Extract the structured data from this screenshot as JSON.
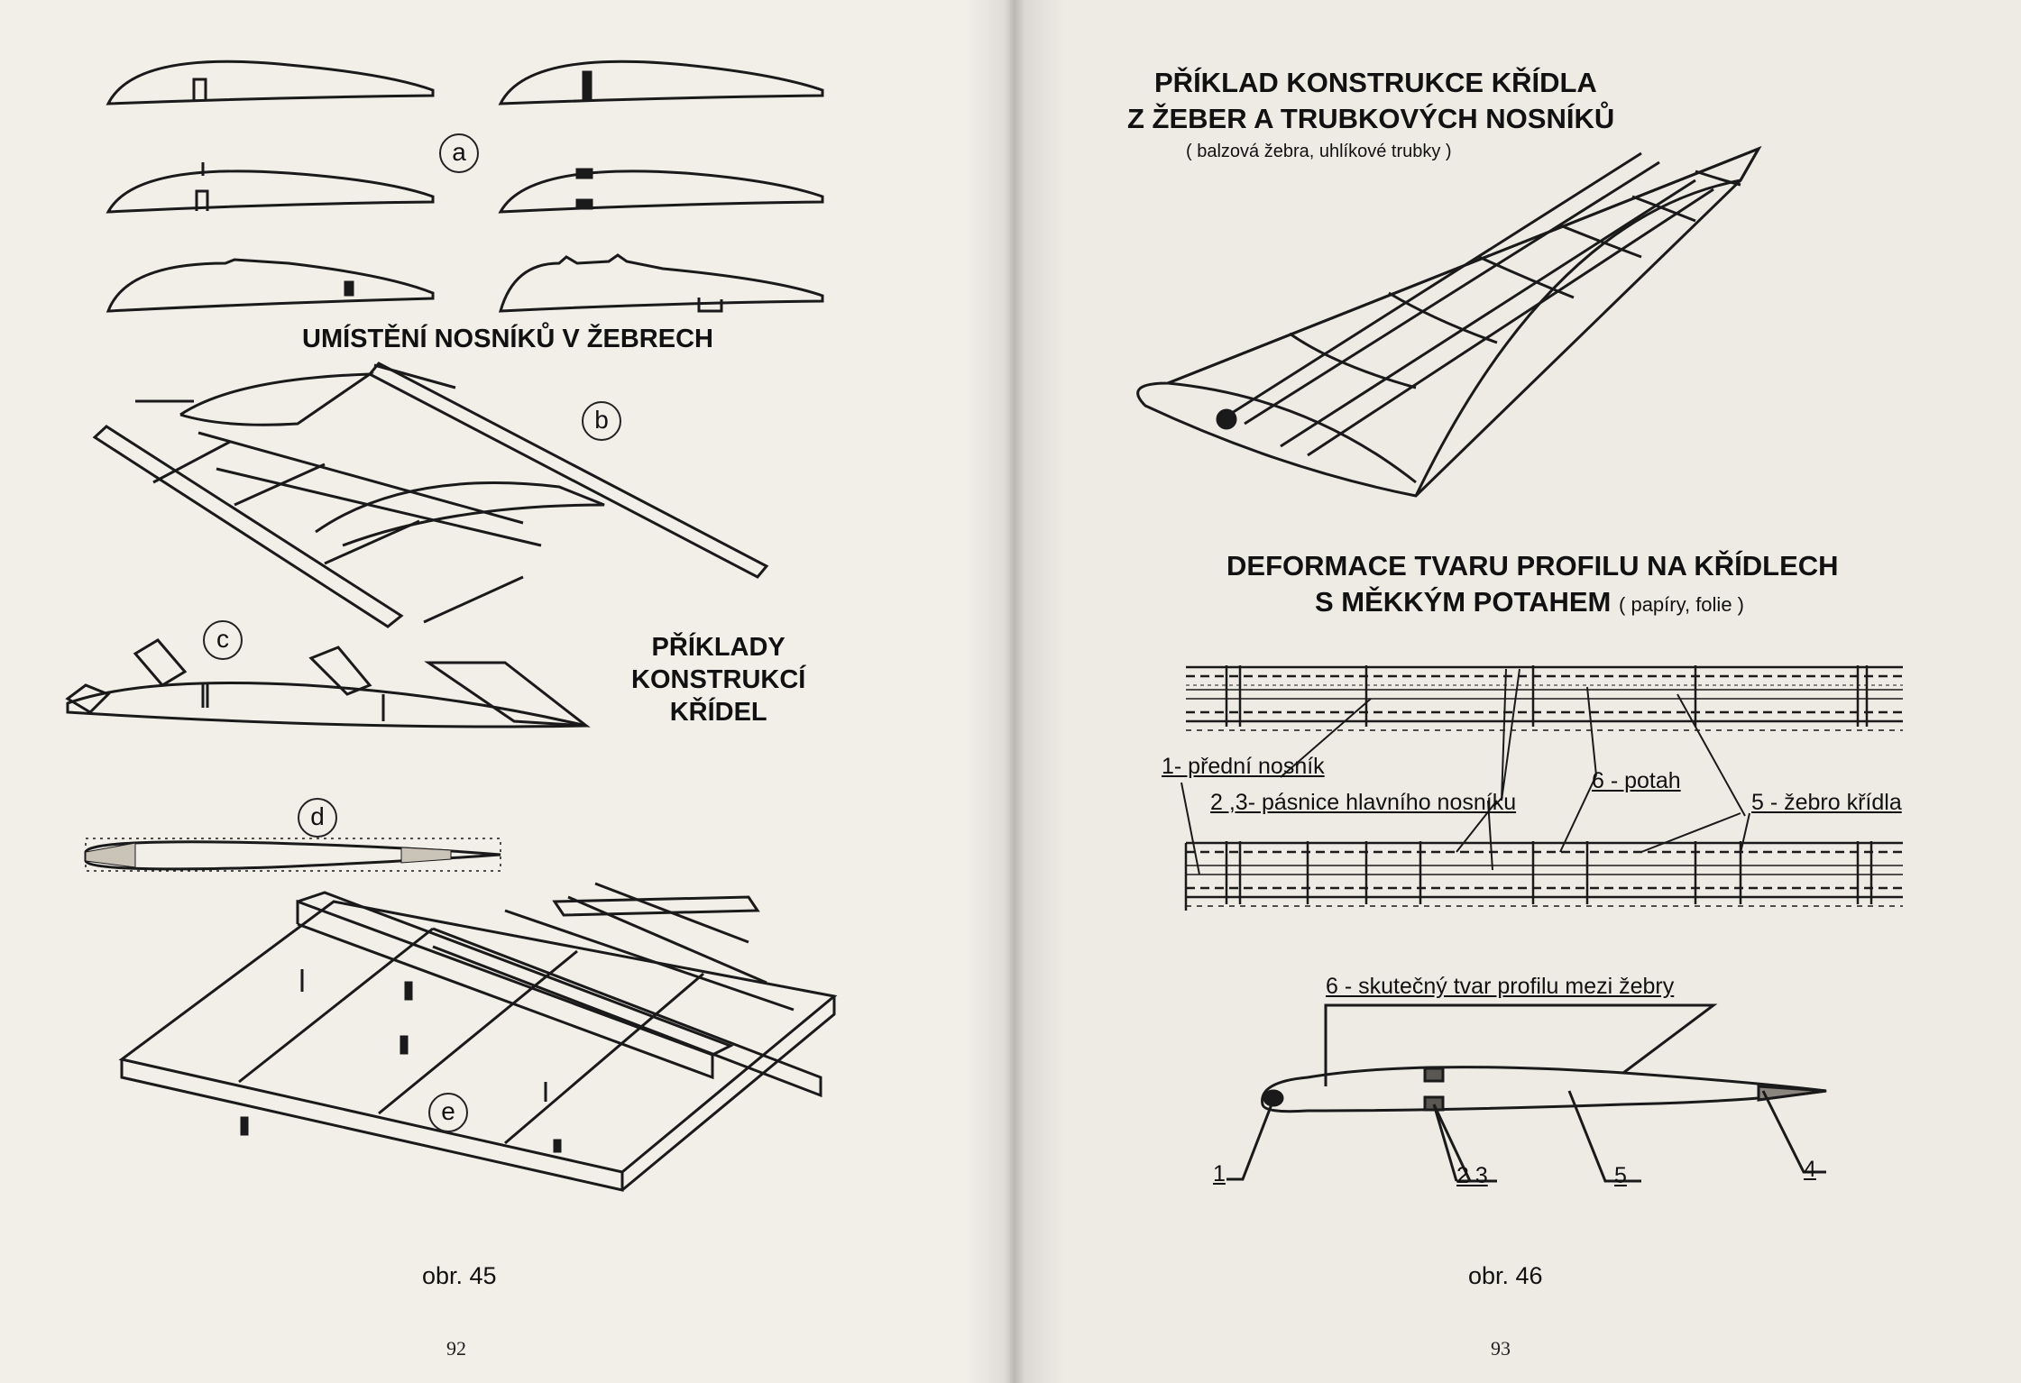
{
  "left_page": {
    "heading_ribs": "UMÍSTĚNÍ NOSNÍKŮ V ŽEBRECH",
    "heading_examples": [
      "PŘÍKLADY",
      "KONSTRUKCÍ",
      "KŘÍDEL"
    ],
    "markers": [
      "a",
      "b",
      "c",
      "d",
      "e"
    ],
    "caption": "obr. 45",
    "page_number": "92"
  },
  "right_page": {
    "title_lines": [
      "PŘÍKLAD KONSTRUKCE KŘÍDLA",
      "Z ŽEBER A TRUBKOVÝCH NOSNÍKŮ"
    ],
    "title_note": "( balzová žebra, uhlíkové trubky )",
    "deform_title_line1": "DEFORMACE TVARU PROFILU NA KŘÍDLECH",
    "deform_title_line2": "S MĚKKÝM POTAHEM",
    "deform_note": "( papíry, folie )",
    "labels": {
      "front_spar": "1- přední nosník",
      "chords": "2 ,3- pásnice hlavního nosníku",
      "covering": "6 - potah",
      "rib": "5 - žebro křídla",
      "actual_shape": "6 - skutečný tvar profilu mezi žebry",
      "n1": "1",
      "n23": "2 3",
      "n5": "5",
      "n4": "4"
    },
    "caption": "obr. 46",
    "page_number": "93"
  }
}
